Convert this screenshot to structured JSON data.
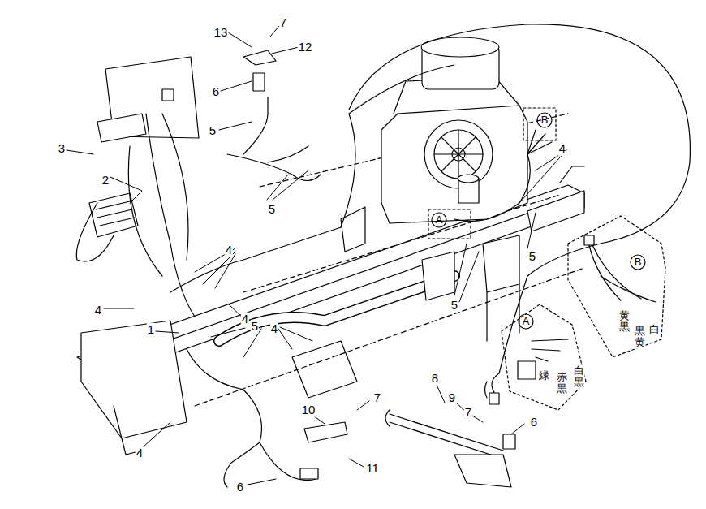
{
  "diagram": {
    "labels": [
      "13",
      "7",
      "12",
      "6",
      "5",
      "5",
      "3",
      "2",
      "4",
      "4",
      "1",
      "4",
      "5",
      "4",
      "4",
      "B",
      "4",
      "A",
      "5",
      "5",
      "B",
      "黄黒",
      "黒黄",
      "白",
      "A",
      "白黒",
      "赤黒",
      "緑",
      "8",
      "9",
      "7",
      "6",
      "10",
      "7",
      "11",
      "6"
    ]
  }
}
